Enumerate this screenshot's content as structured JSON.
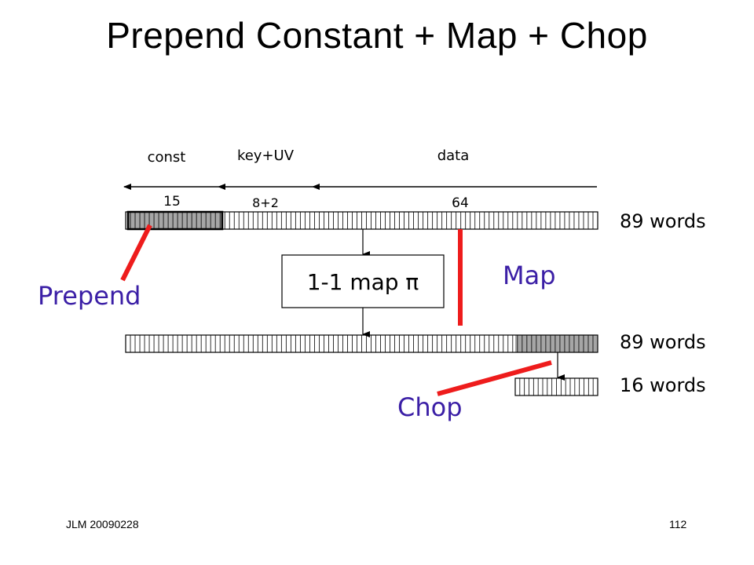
{
  "title": "Prepend Constant + Map + Chop",
  "segments": {
    "const_label": "const",
    "key_label": "key+UV",
    "data_label": "data",
    "const_count": "15",
    "key_count": "8+2",
    "data_count": "64"
  },
  "rows": {
    "top_words": "89 words",
    "middle_words": "89 words",
    "bottom_words": "16 words"
  },
  "map_box_label": "1-1 map π",
  "callouts": {
    "prepend": "Prepend",
    "map": "Map",
    "chop": "Chop"
  },
  "colors": {
    "callout_text": "#3b1fa6",
    "callout_line": "#ee1c1c",
    "shaded_cell": "#a6a6a6"
  },
  "footer": {
    "left": "JLM 20090228",
    "right": "112"
  }
}
